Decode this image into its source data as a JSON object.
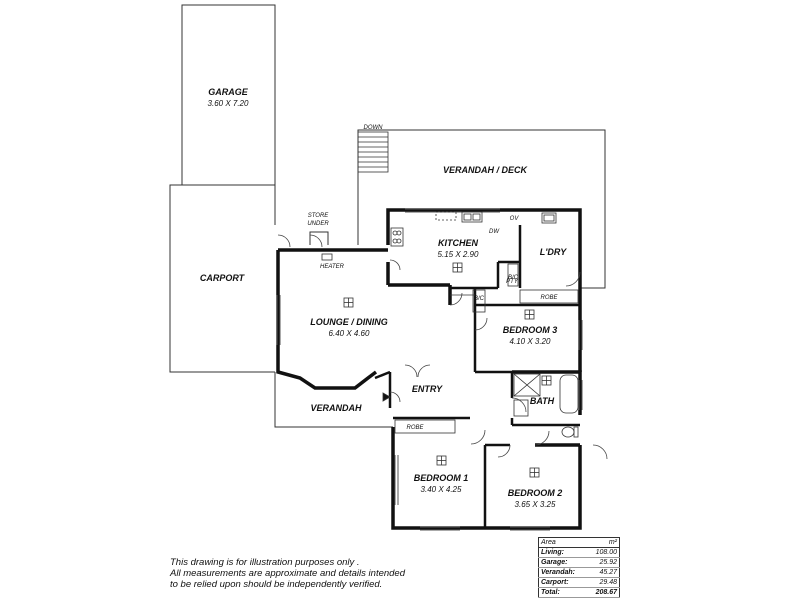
{
  "rooms": {
    "garage": {
      "name": "GARAGE",
      "size": "3.60 X 7.20"
    },
    "carport": {
      "name": "CARPORT"
    },
    "verandah_deck": {
      "name": "VERANDAH / DECK"
    },
    "down": "DOWN",
    "store_under": {
      "line1": "STORE",
      "line2": "UNDER"
    },
    "heater": "HEATER",
    "kitchen": {
      "name": "KITCHEN",
      "size": "5.15 X 2.90"
    },
    "dw": "DW",
    "ov": "OV",
    "laundry": {
      "name": "L'DRY"
    },
    "pty": "PTY",
    "bic": "B/C",
    "lounge_dining": {
      "name": "LOUNGE / DINING",
      "size": "6.40 X 4.60"
    },
    "bedroom3": {
      "name": "BEDROOM 3",
      "size": "4.10 X 3.20"
    },
    "robe": "ROBE",
    "entry": {
      "name": "ENTRY"
    },
    "bath": {
      "name": "BATH"
    },
    "verandah": {
      "name": "VERANDAH"
    },
    "bedroom1": {
      "name": "BEDROOM 1",
      "size": "3.40 X 4.25"
    },
    "bedroom2": {
      "name": "BEDROOM 2",
      "size": "3.65 X 3.25"
    }
  },
  "disclaimer": [
    "This drawing is for illustration purposes only .",
    "All measurements are approximate and details intended",
    "to be relied upon should be independently verified."
  ],
  "area_table": {
    "header": {
      "label": "Area",
      "unit": "m²"
    },
    "rows": [
      {
        "label": "Living:",
        "value": "108.00"
      },
      {
        "label": "Garage:",
        "value": "25.92"
      },
      {
        "label": "Verandah:",
        "value": "45.27"
      },
      {
        "label": "Carport:",
        "value": "29.48"
      }
    ],
    "total": {
      "label": "Total:",
      "value": "208.67"
    }
  }
}
